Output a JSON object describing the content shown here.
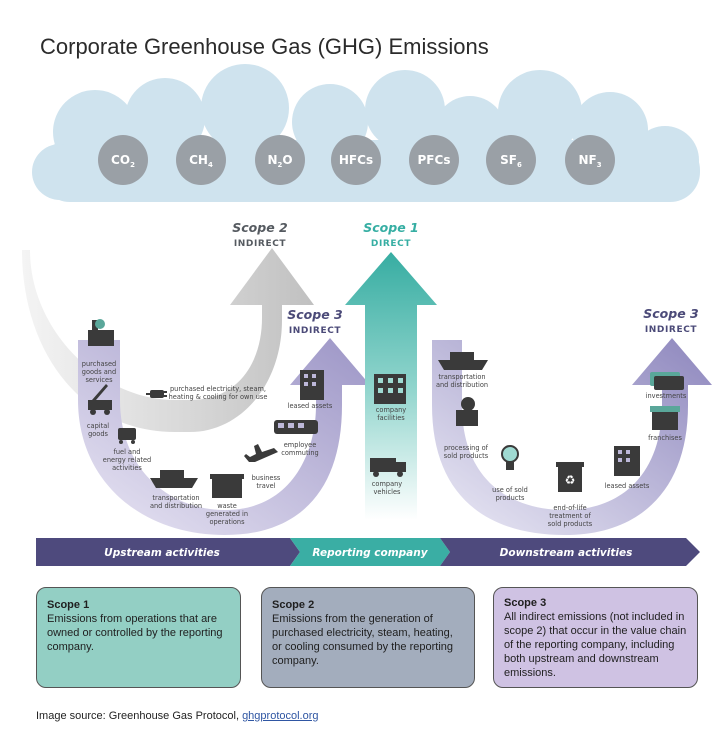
{
  "title": "Corporate Greenhouse Gas (GHG) Emissions",
  "gases": [
    {
      "base": "CO",
      "sub": "2"
    },
    {
      "base": "CH",
      "sub": "4"
    },
    {
      "base": "N",
      "sub": "2",
      "tail": "O"
    },
    {
      "base": "HFCs",
      "sub": ""
    },
    {
      "base": "PFCs",
      "sub": ""
    },
    {
      "base": "SF",
      "sub": "6"
    },
    {
      "base": "NF",
      "sub": "3"
    }
  ],
  "scopes": {
    "scope2": {
      "title": "Scope 2",
      "sub": "INDIRECT"
    },
    "scope1": {
      "title": "Scope 1",
      "sub": "DIRECT"
    },
    "scope3_up": {
      "title": "Scope 3",
      "sub": "INDIRECT"
    },
    "scope3_down": {
      "title": "Scope 3",
      "sub": "INDIRECT"
    }
  },
  "activities": {
    "purchased_goods": [
      "purchased",
      "goods and",
      "services"
    ],
    "capital_goods": [
      "capital",
      "goods"
    ],
    "fuel_energy": [
      "fuel and",
      "energy related",
      "activities"
    ],
    "transport_up": [
      "transportation",
      "and distribution"
    ],
    "waste": [
      "waste",
      "generated in",
      "operations"
    ],
    "business_travel": [
      "business",
      "travel"
    ],
    "commuting": [
      "employee",
      "commuting"
    ],
    "leased_up": [
      "leased assets"
    ],
    "purchased_electricity": [
      "purchased electricity, steam,",
      "heating & cooling for own use"
    ],
    "company_facilities": [
      "company",
      "facilities"
    ],
    "company_vehicles": [
      "company",
      "vehicles"
    ],
    "transport_down": [
      "transportation",
      "and distribution"
    ],
    "processing": [
      "processing of",
      "sold products"
    ],
    "use_sold": [
      "use of sold",
      "products"
    ],
    "end_of_life": [
      "end-of-life",
      "treatment of",
      "sold products"
    ],
    "leased_down": [
      "leased assets"
    ],
    "franchises": [
      "franchises"
    ],
    "investments": [
      "investments"
    ]
  },
  "band": {
    "upstream": "Upstream activities",
    "reporting": "Reporting company",
    "downstream": "Downstream activities"
  },
  "boxes": {
    "scope1": {
      "title": "Scope 1",
      "body": "Emissions from operations that are owned or controlled by the reporting company."
    },
    "scope2": {
      "title": "Scope 2",
      "body": "Emissions from the generation of purchased electricity, steam, heating, or cooling consumed by the reporting company."
    },
    "scope3": {
      "title": "Scope 3",
      "body": "All indirect emissions (not included in scope 2) that occur in the value chain of the reporting company, including both upstream and downstream emissions."
    }
  },
  "source": {
    "prefix": "Image source: Greenhouse Gas Protocol, ",
    "link": "ghgprotocol.org"
  },
  "colors": {
    "cloud": "#cfe3ee",
    "gas_circle": "#9aa0a6",
    "scope1": "#3fb3a8",
    "scope2_text": "#555a60",
    "scope3": "#4b4a78",
    "band_dark": "#4e4a7d",
    "band_teal": "#3aaea4",
    "icon": "#3a3a3a"
  }
}
